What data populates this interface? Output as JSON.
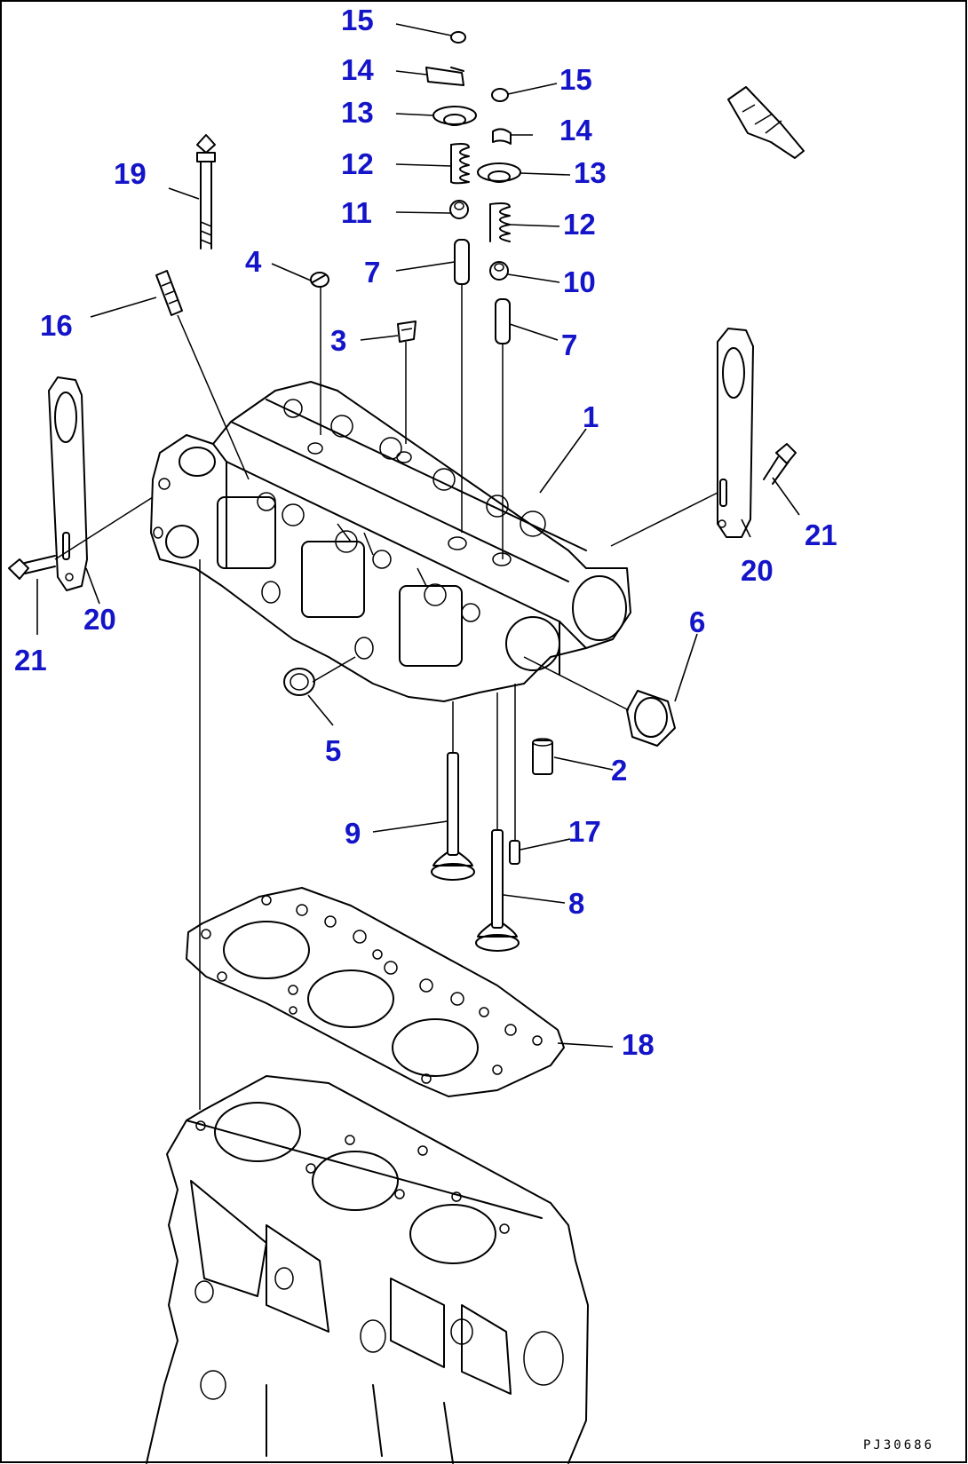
{
  "diagram": {
    "callouts": [
      {
        "id": "c15a",
        "label": "15"
      },
      {
        "id": "c14a",
        "label": "14"
      },
      {
        "id": "c13a",
        "label": "13"
      },
      {
        "id": "c12a",
        "label": "12"
      },
      {
        "id": "c11",
        "label": "11"
      },
      {
        "id": "c7a",
        "label": "7"
      },
      {
        "id": "c4",
        "label": "4"
      },
      {
        "id": "c3",
        "label": "3"
      },
      {
        "id": "c19",
        "label": "19"
      },
      {
        "id": "c16",
        "label": "16"
      },
      {
        "id": "c15b",
        "label": "15"
      },
      {
        "id": "c14b",
        "label": "14"
      },
      {
        "id": "c13b",
        "label": "13"
      },
      {
        "id": "c12b",
        "label": "12"
      },
      {
        "id": "c10",
        "label": "10"
      },
      {
        "id": "c7b",
        "label": "7"
      },
      {
        "id": "c1",
        "label": "1"
      },
      {
        "id": "c21r",
        "label": "21"
      },
      {
        "id": "c20r",
        "label": "20"
      },
      {
        "id": "c20l",
        "label": "20"
      },
      {
        "id": "c21l",
        "label": "21"
      },
      {
        "id": "c6",
        "label": "6"
      },
      {
        "id": "c5",
        "label": "5"
      },
      {
        "id": "c2",
        "label": "2"
      },
      {
        "id": "c9",
        "label": "9"
      },
      {
        "id": "c17",
        "label": "17"
      },
      {
        "id": "c8",
        "label": "8"
      },
      {
        "id": "c18",
        "label": "18"
      }
    ],
    "doc_id": "PJ30686",
    "colors": {
      "callout": "#1414c8",
      "line": "#000000"
    }
  }
}
